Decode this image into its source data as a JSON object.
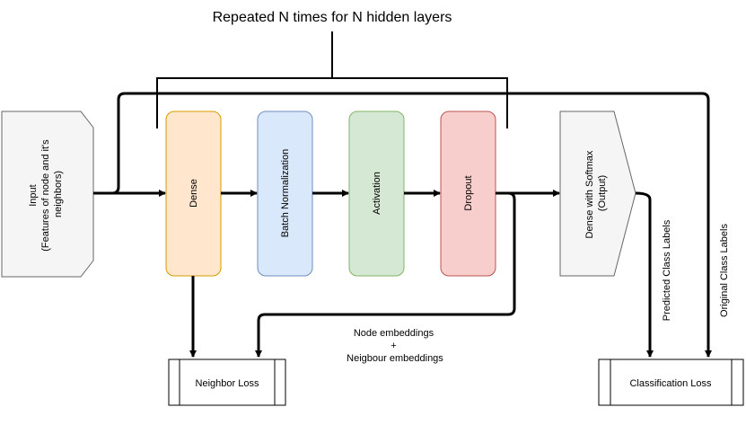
{
  "title": "Repeated N times for N hidden layers",
  "input_node": {
    "line1": "Input",
    "line2": "(Features of node and it's",
    "line3": "neighbors)"
  },
  "layers": {
    "dense": "Dense",
    "batch_norm": "Batch Normalization",
    "activation": "Activation",
    "dropout": "Dropout"
  },
  "output_node": {
    "line1": "Dense with Softmax",
    "line2": "(Output)"
  },
  "edge_labels": {
    "predicted": "Predicted Class Labels",
    "original": "Original Class Labels",
    "embeddings_line1": "Node embeddings",
    "embeddings_line2": "+",
    "embeddings_line3": "Neigbour embeddings"
  },
  "losses": {
    "neighbor": "Neighbor Loss",
    "classification": "Classification Loss"
  },
  "colors": {
    "dense_fill": "#ffe6cc",
    "dense_stroke": "#d79b00",
    "bn_fill": "#dae8fc",
    "bn_stroke": "#6c8ebf",
    "act_fill": "#d5e8d4",
    "act_stroke": "#82b366",
    "drop_fill": "#f8cecc",
    "drop_stroke": "#b85450",
    "gray_fill": "#f5f5f5",
    "gray_stroke": "#666666"
  }
}
